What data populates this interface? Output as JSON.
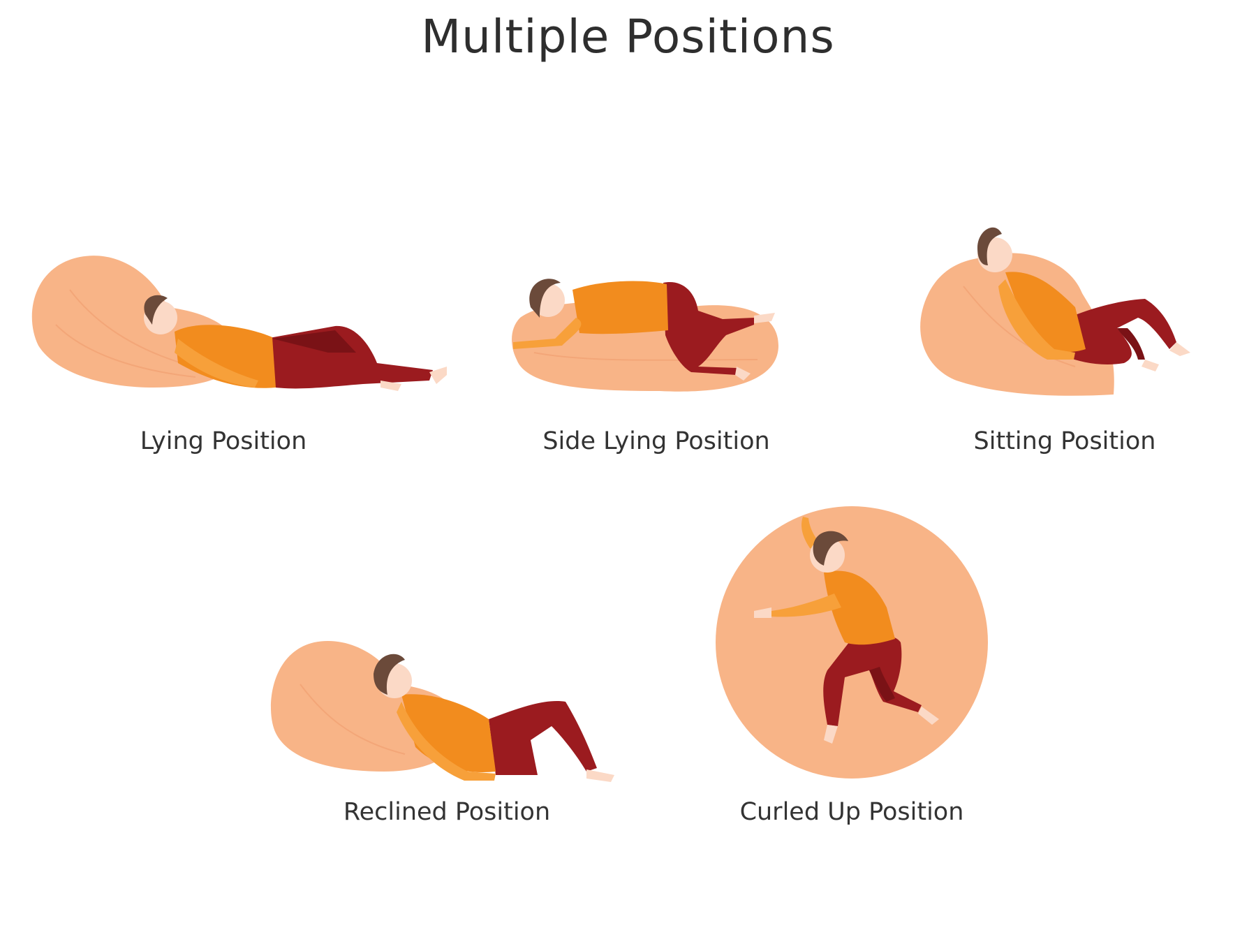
{
  "title": "Multiple Positions",
  "positions": [
    {
      "label": "Lying Position"
    },
    {
      "label": "Side Lying Position"
    },
    {
      "label": "Sitting Position"
    },
    {
      "label": "Reclined Position"
    },
    {
      "label": "Curled Up Position"
    }
  ],
  "colors": {
    "beanbag": "#f8b487",
    "shirt": "#f28c1e",
    "shirt_light": "#f7a03a",
    "pants": "#9b1b1f",
    "pants_dark": "#7a1216",
    "skin": "#fbd9c6",
    "hair": "#6b4a3a"
  }
}
